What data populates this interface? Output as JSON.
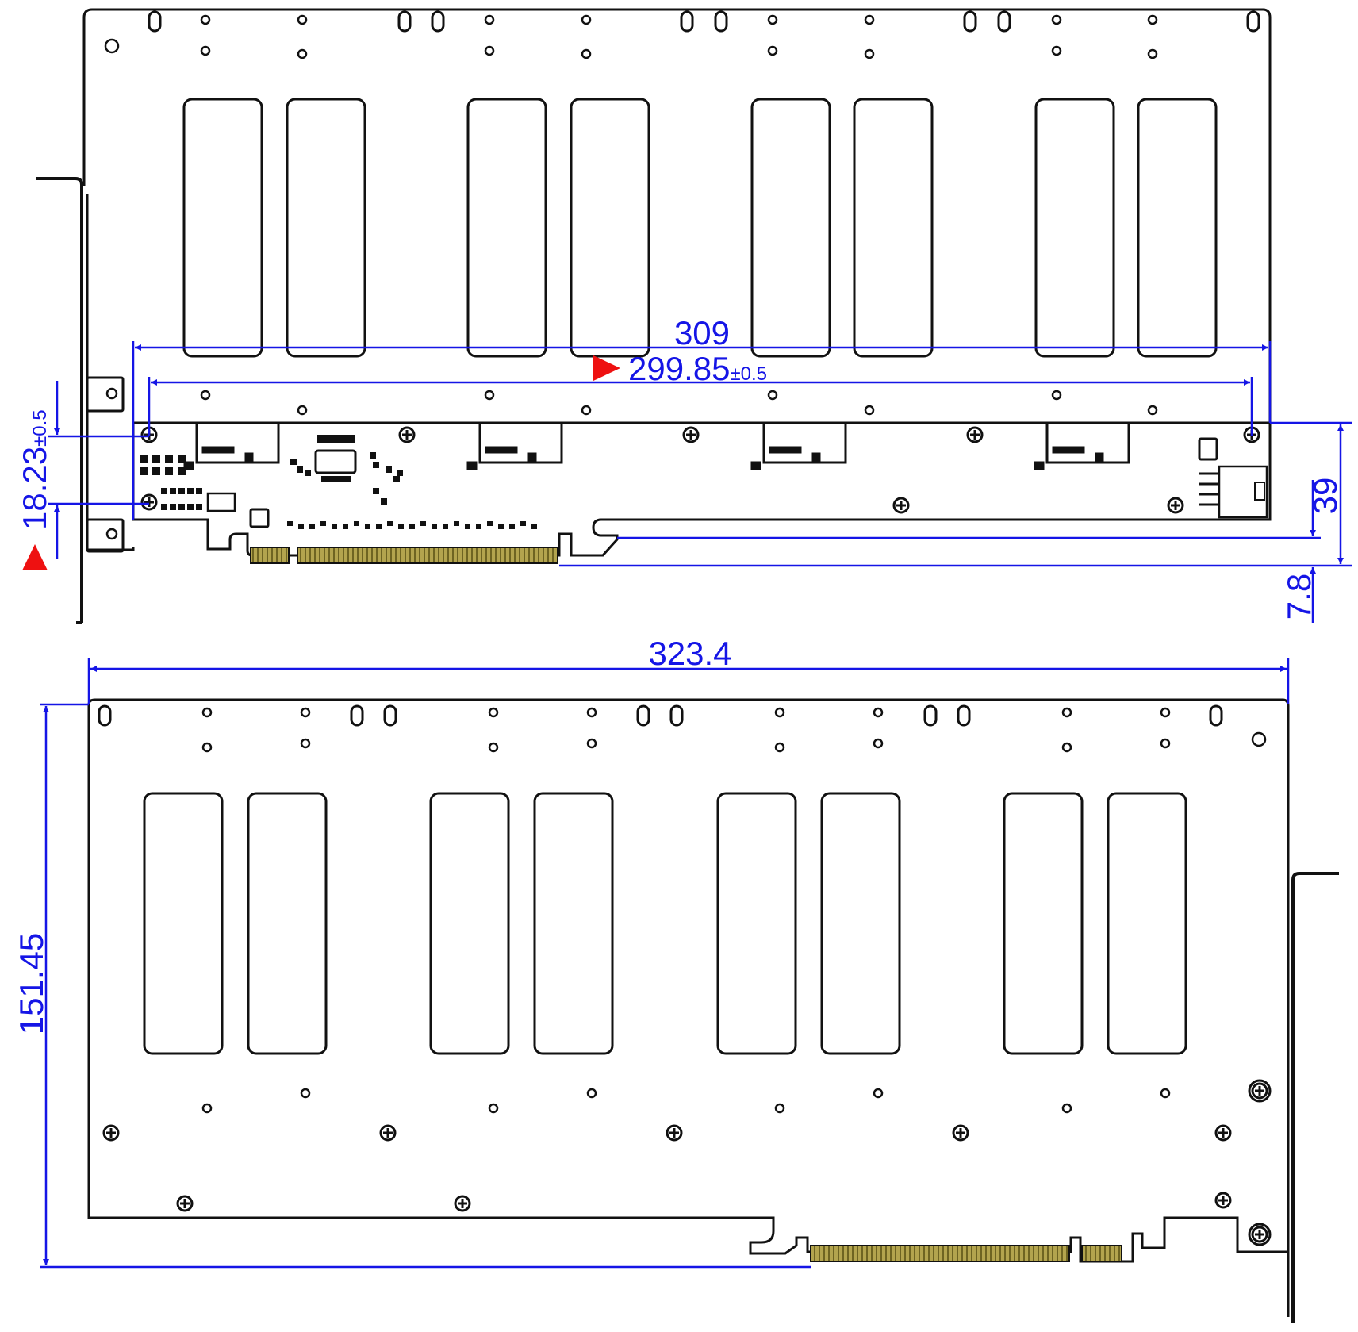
{
  "colors": {
    "outline": "#111111",
    "dimension": "#1515e6",
    "marker": "#ee1111",
    "gold_finger": "#9b8c3a"
  },
  "dimensions": {
    "d309": "309",
    "d299_value": "299.85",
    "d299_tol": "±0.5",
    "d18_value": "18.23",
    "d18_tol": "±0.5",
    "d39": "39",
    "d7_8": "7.8",
    "d323_4": "323.4",
    "d151_45": "151.45"
  },
  "icons": [
    "triangle-marker-icon",
    "screw-hole-icon",
    "mount-hole-icon"
  ]
}
